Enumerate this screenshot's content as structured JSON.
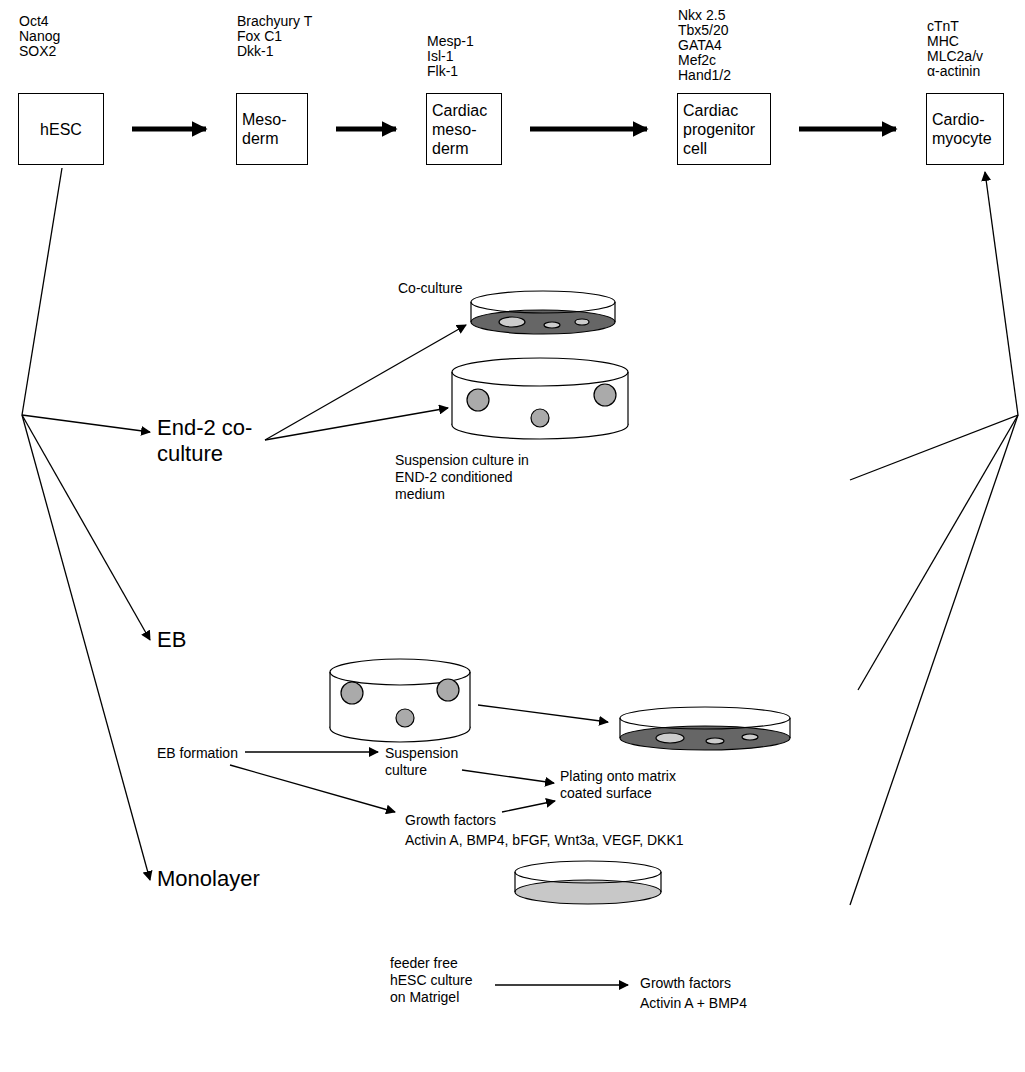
{
  "diagram": {
    "nodes": [
      {
        "text": [
          "Oct4",
          "Nanog",
          "SOX2",
          "hESC"
        ]
      },
      {
        "text": [
          "Brachyury T",
          "Fox C1",
          "Dkk-1",
          "Meso- derm"
        ]
      },
      {
        "text": [
          "Mesp-1",
          "Isl-1",
          "Flk-1",
          "Cardiac meso- derm"
        ]
      },
      {
        "text": [
          "Nkx 2.5",
          "Tbx5/20",
          "GATA4",
          "Mef2c",
          "Hand1/2",
          "Cardiac progenitor cell"
        ]
      },
      {
        "text": [
          "cTnT",
          "MHC",
          "MLC2a/v",
          "α-actinin",
          "Cardio- myocyte"
        ]
      }
    ],
    "edges": [
      {
        "from": 0,
        "to": 1,
        "arrow": "to"
      },
      {
        "from": 1,
        "to": 2,
        "arrow": "to"
      },
      {
        "from": 2,
        "to": 3,
        "arrow": "to"
      },
      {
        "from": 3,
        "to": 4,
        "arrow": "to"
      }
    ],
    "labels": [
      "End-2 co-culture",
      "Co-culture",
      "Suspension culture in END-2 conditioned medium",
      "EB",
      "EB formation",
      "Suspension culture",
      "Plating onto matrix coated surface",
      "Growth factors",
      "Activin A, BMP4, bFGF, Wnt3a, VEGF, DKK1",
      "Monolayer",
      "feeder free hESC culture on Matrigel",
      "Growth factors",
      "Activin A + BMP4"
    ]
  }
}
